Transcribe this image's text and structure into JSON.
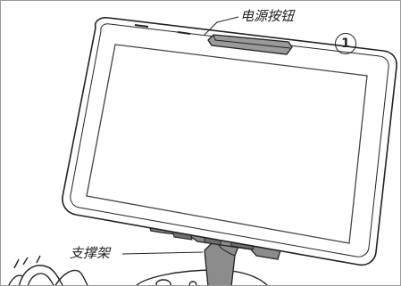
{
  "labels": {
    "power_button": "电源按钮",
    "holder": "支撑架"
  },
  "step_number": "1",
  "colors": {
    "line": "#222222",
    "holder_fill": "#8c8c8c",
    "screen_border": "#444444"
  },
  "icons": {
    "tablet": "tablet-illustration",
    "holder": "holder-illustration",
    "controller": "remote-controller-illustration"
  }
}
